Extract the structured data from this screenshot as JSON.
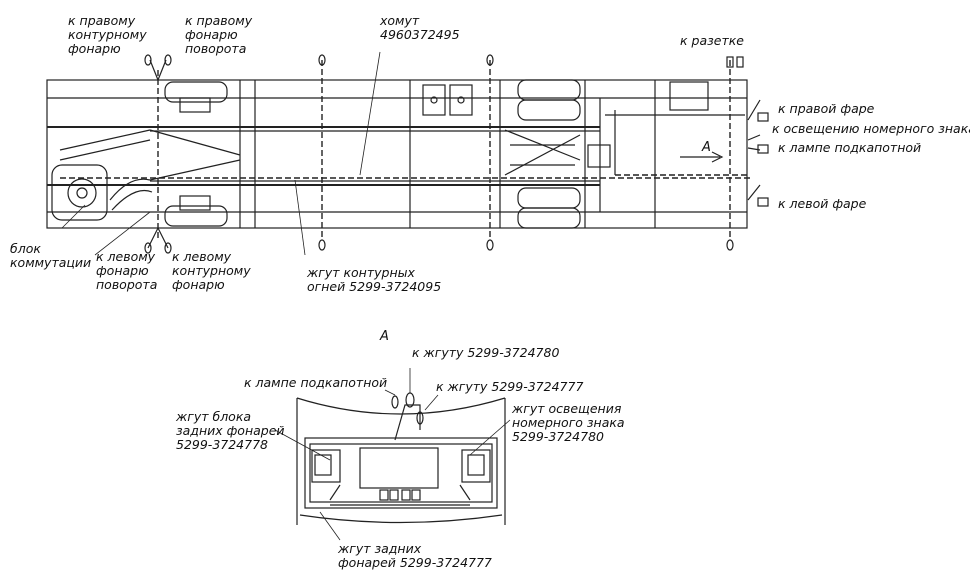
{
  "top": {
    "right_contour_lamp": [
      "к правому",
      "контурному",
      "фонарю"
    ],
    "right_turn_lamp": [
      "к правому",
      "фонарю",
      "поворота"
    ],
    "clamp": [
      "хомут",
      "4960372495"
    ],
    "to_socket": "к разетке",
    "right_headlamp": "к правой фаре",
    "plate_light": "к освещению номерного знака",
    "hood_lamp": "к лампе подкапотной",
    "left_headlamp": "к левой фаре",
    "view_arrow": "А",
    "switch_block": [
      "блок",
      "коммутации"
    ],
    "left_turn_lamp": [
      "к левому",
      "фонарю",
      "поворота"
    ],
    "left_contour_lamp": [
      "к левому",
      "контурному",
      "фонарю"
    ],
    "contour_harness": [
      "жгут контурных",
      "огней 5299-3724095"
    ]
  },
  "detail": {
    "title": "А",
    "harness_780": "к жгуту 5299-3724780",
    "hood_lamp": "к лампе подкапотной",
    "harness_777": "к жгуту 5299-3724777",
    "rear_lamps_block": [
      "жгут блока",
      "задних фонарей",
      "5299-3724778"
    ],
    "plate_light_harness": [
      "жгут освещения",
      "номерного знака",
      "5299-3724780"
    ],
    "rear_lamps_harness": [
      "жгут задних",
      "фонарей 5299-3724777"
    ]
  }
}
